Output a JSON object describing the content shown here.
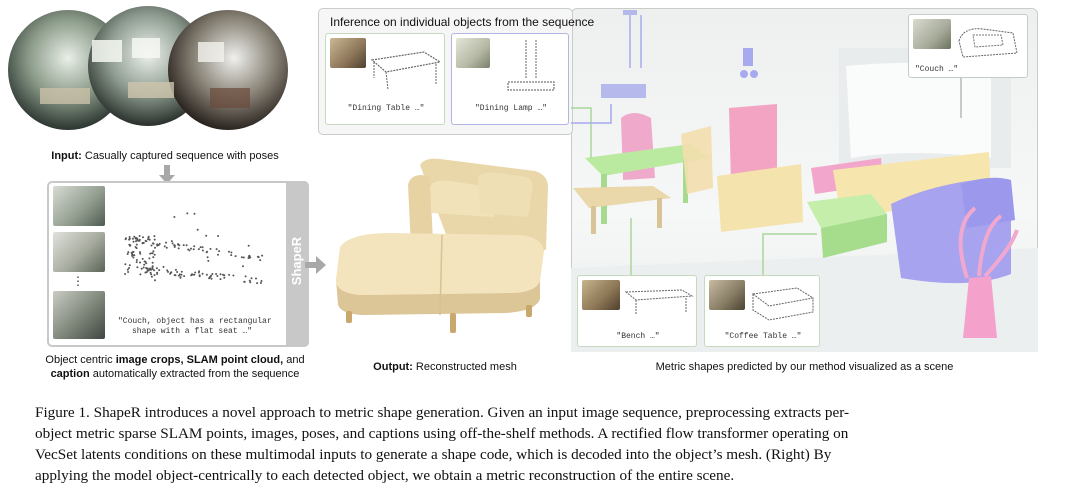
{
  "input_panel": {
    "label_bold": "Input:",
    "label_rest": " Casually captured sequence with poses"
  },
  "shaper_panel": {
    "vertical_label": "ShapeR",
    "ellipsis": "⋮",
    "caption_line1": "\"Couch, object has a rectangular",
    "caption_line2": "shape with a flat seat …\"",
    "desc_line1_a": "Object centric ",
    "desc_line1_b": "image crops, SLAM point cloud,",
    "desc_line1_c": " and",
    "desc_line2_a": "caption",
    "desc_line2_b": " automatically extracted from the sequence"
  },
  "output_panel": {
    "label_bold": "Output:",
    "label_rest": " Reconstructed mesh"
  },
  "inference_panel": {
    "title": "Inference on individual objects from the sequence",
    "cards": [
      {
        "label": "\"Dining Table …\""
      },
      {
        "label": "\"Dining Lamp …\""
      },
      {
        "label": "\"Couch …\""
      },
      {
        "label": "\"Bench …\""
      },
      {
        "label": "\"Coffee Table …\""
      }
    ]
  },
  "scene_panel": {
    "label": "Metric shapes predicted by our method visualized as a scene"
  },
  "figure_caption": {
    "line1": "Figure 1.  ShapeR introduces a novel approach to metric shape generation. Given an input image sequence, preprocessing extracts per-",
    "line2": "object metric sparse SLAM points, images, poses, and captions using off-the-shelf methods.  A rectified flow transformer operating on",
    "line3": "VecSet latents conditions on these multimodal inputs to generate a shape code, which is decoded into the object’s mesh.  (Right) By",
    "line4": "applying the model object-centrically to each detected object, we obtain a metric reconstruction of the entire scene."
  },
  "colors": {
    "border_green": "#b8d4b0",
    "frame_gray": "#c8c8c8",
    "mesh_beige": "#eedcb0",
    "green_mesh": "#bfeaa8",
    "purple_mesh": "#a9a5ee",
    "pink_mesh": "#efa0c6",
    "cream_mesh": "#f5e2a8"
  }
}
